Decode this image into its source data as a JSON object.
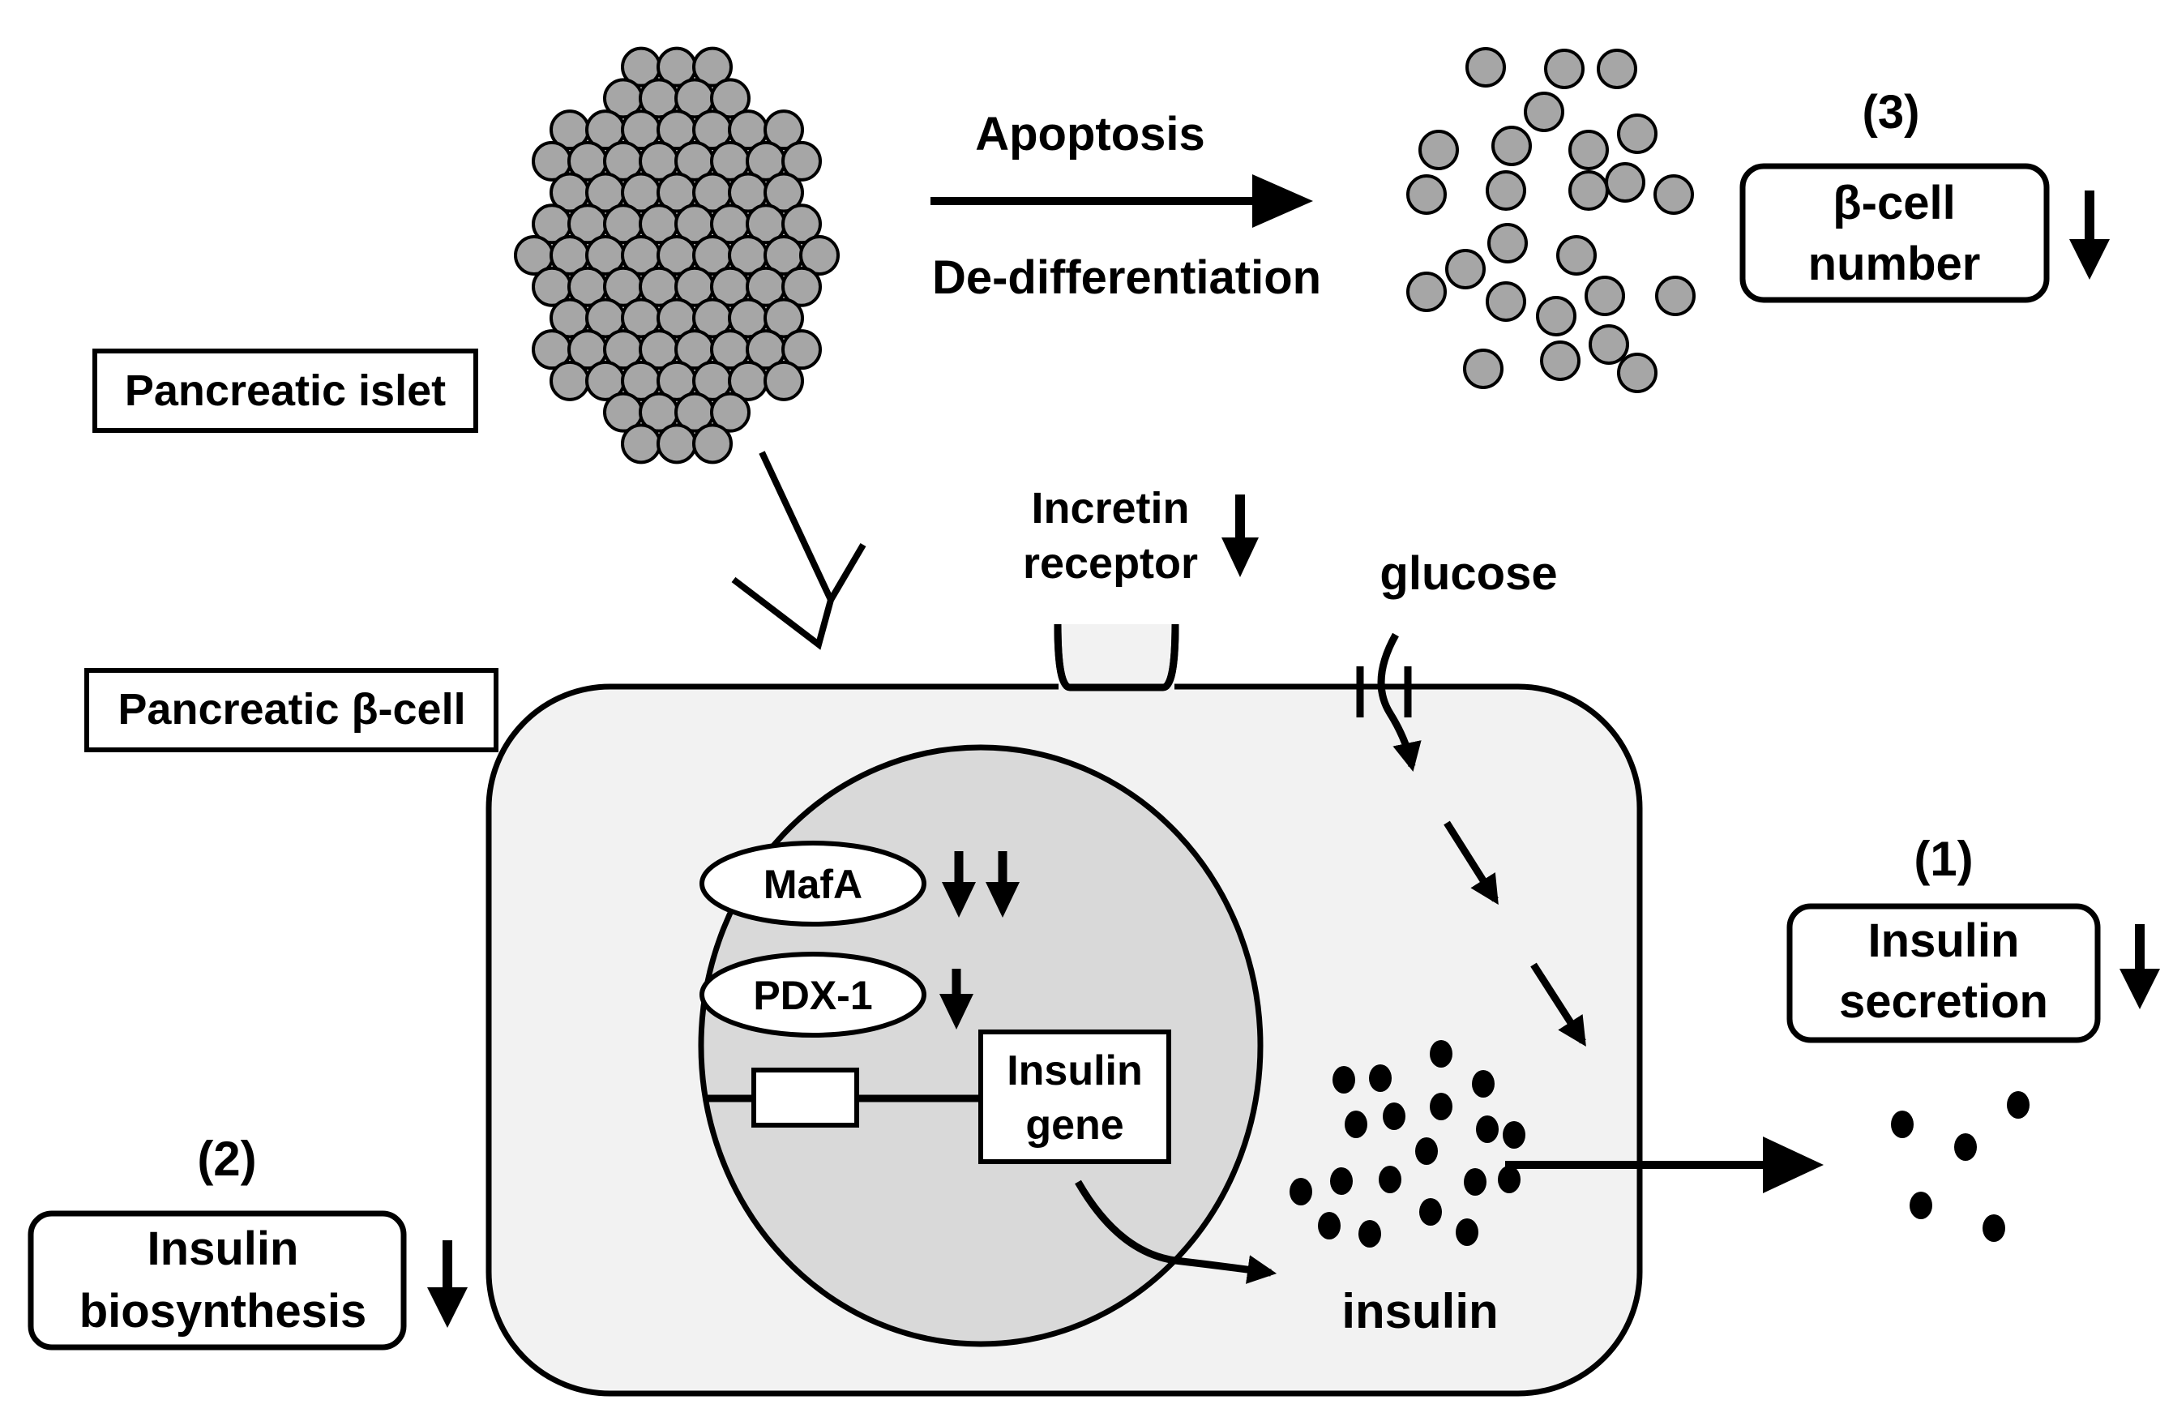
{
  "labels": {
    "apoptosis": "Apoptosis",
    "dedifferentiation": "De-differentiation",
    "pancreatic_islet": "Pancreatic  islet",
    "pancreatic_beta_cell": "Pancreatic  β-cell",
    "incretin_line1": "Incretin",
    "incretin_line2": "receptor",
    "glucose": "glucose",
    "mafa": "MafA",
    "pdx1": "PDX-1",
    "insulin_gene_line1": "Insulin",
    "insulin_gene_line2": "gene",
    "insulin": "insulin"
  },
  "outcomes": [
    {
      "number": "(1)",
      "line1": "Insulin",
      "line2": "secretion"
    },
    {
      "number": "(2)",
      "line1": "Insulin",
      "line2": "biosynthesis"
    },
    {
      "number": "(3)",
      "line1": "β-cell",
      "line2": "number"
    }
  ],
  "colors": {
    "cell_body": "#f2f2f2",
    "nucleus": "#d9d9d9",
    "islet_cell": "#a6a6a6",
    "stroke": "#000000"
  }
}
